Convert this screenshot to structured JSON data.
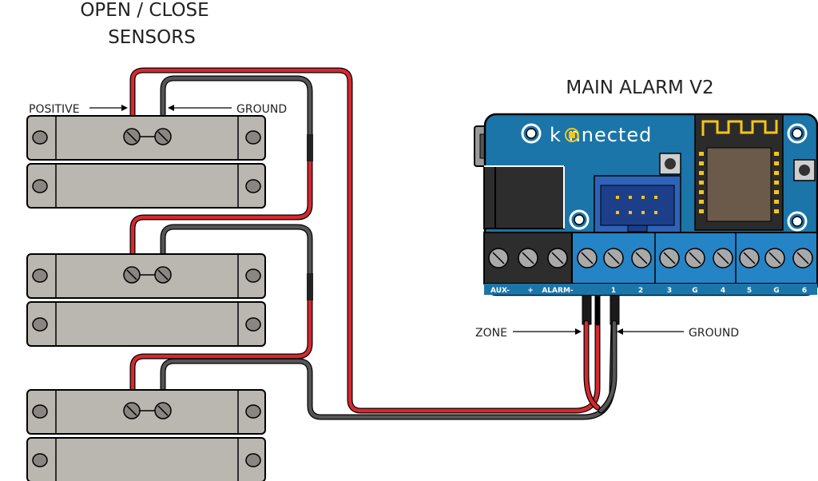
{
  "sensors": {
    "title_line1": "OPEN / CLOSE",
    "title_line2": "SENSORS",
    "positive_label": "POSITIVE",
    "ground_label": "GROUND",
    "count": 3
  },
  "board": {
    "title": "MAIN ALARM V2",
    "brand": "k nnected",
    "terminals": [
      "AUX-",
      "+",
      "ALARM-",
      "1",
      "2",
      "3",
      "G",
      "4",
      "5",
      "G",
      "6"
    ],
    "zone_label": "ZONE",
    "ground_label": "GROUND"
  },
  "colors": {
    "board": "#1b75a8",
    "terminal_block": "#2484c6",
    "wire_positive": "#d7282f",
    "wire_ground": "#4d4d4d",
    "sensor_body": "#bab6b0"
  }
}
